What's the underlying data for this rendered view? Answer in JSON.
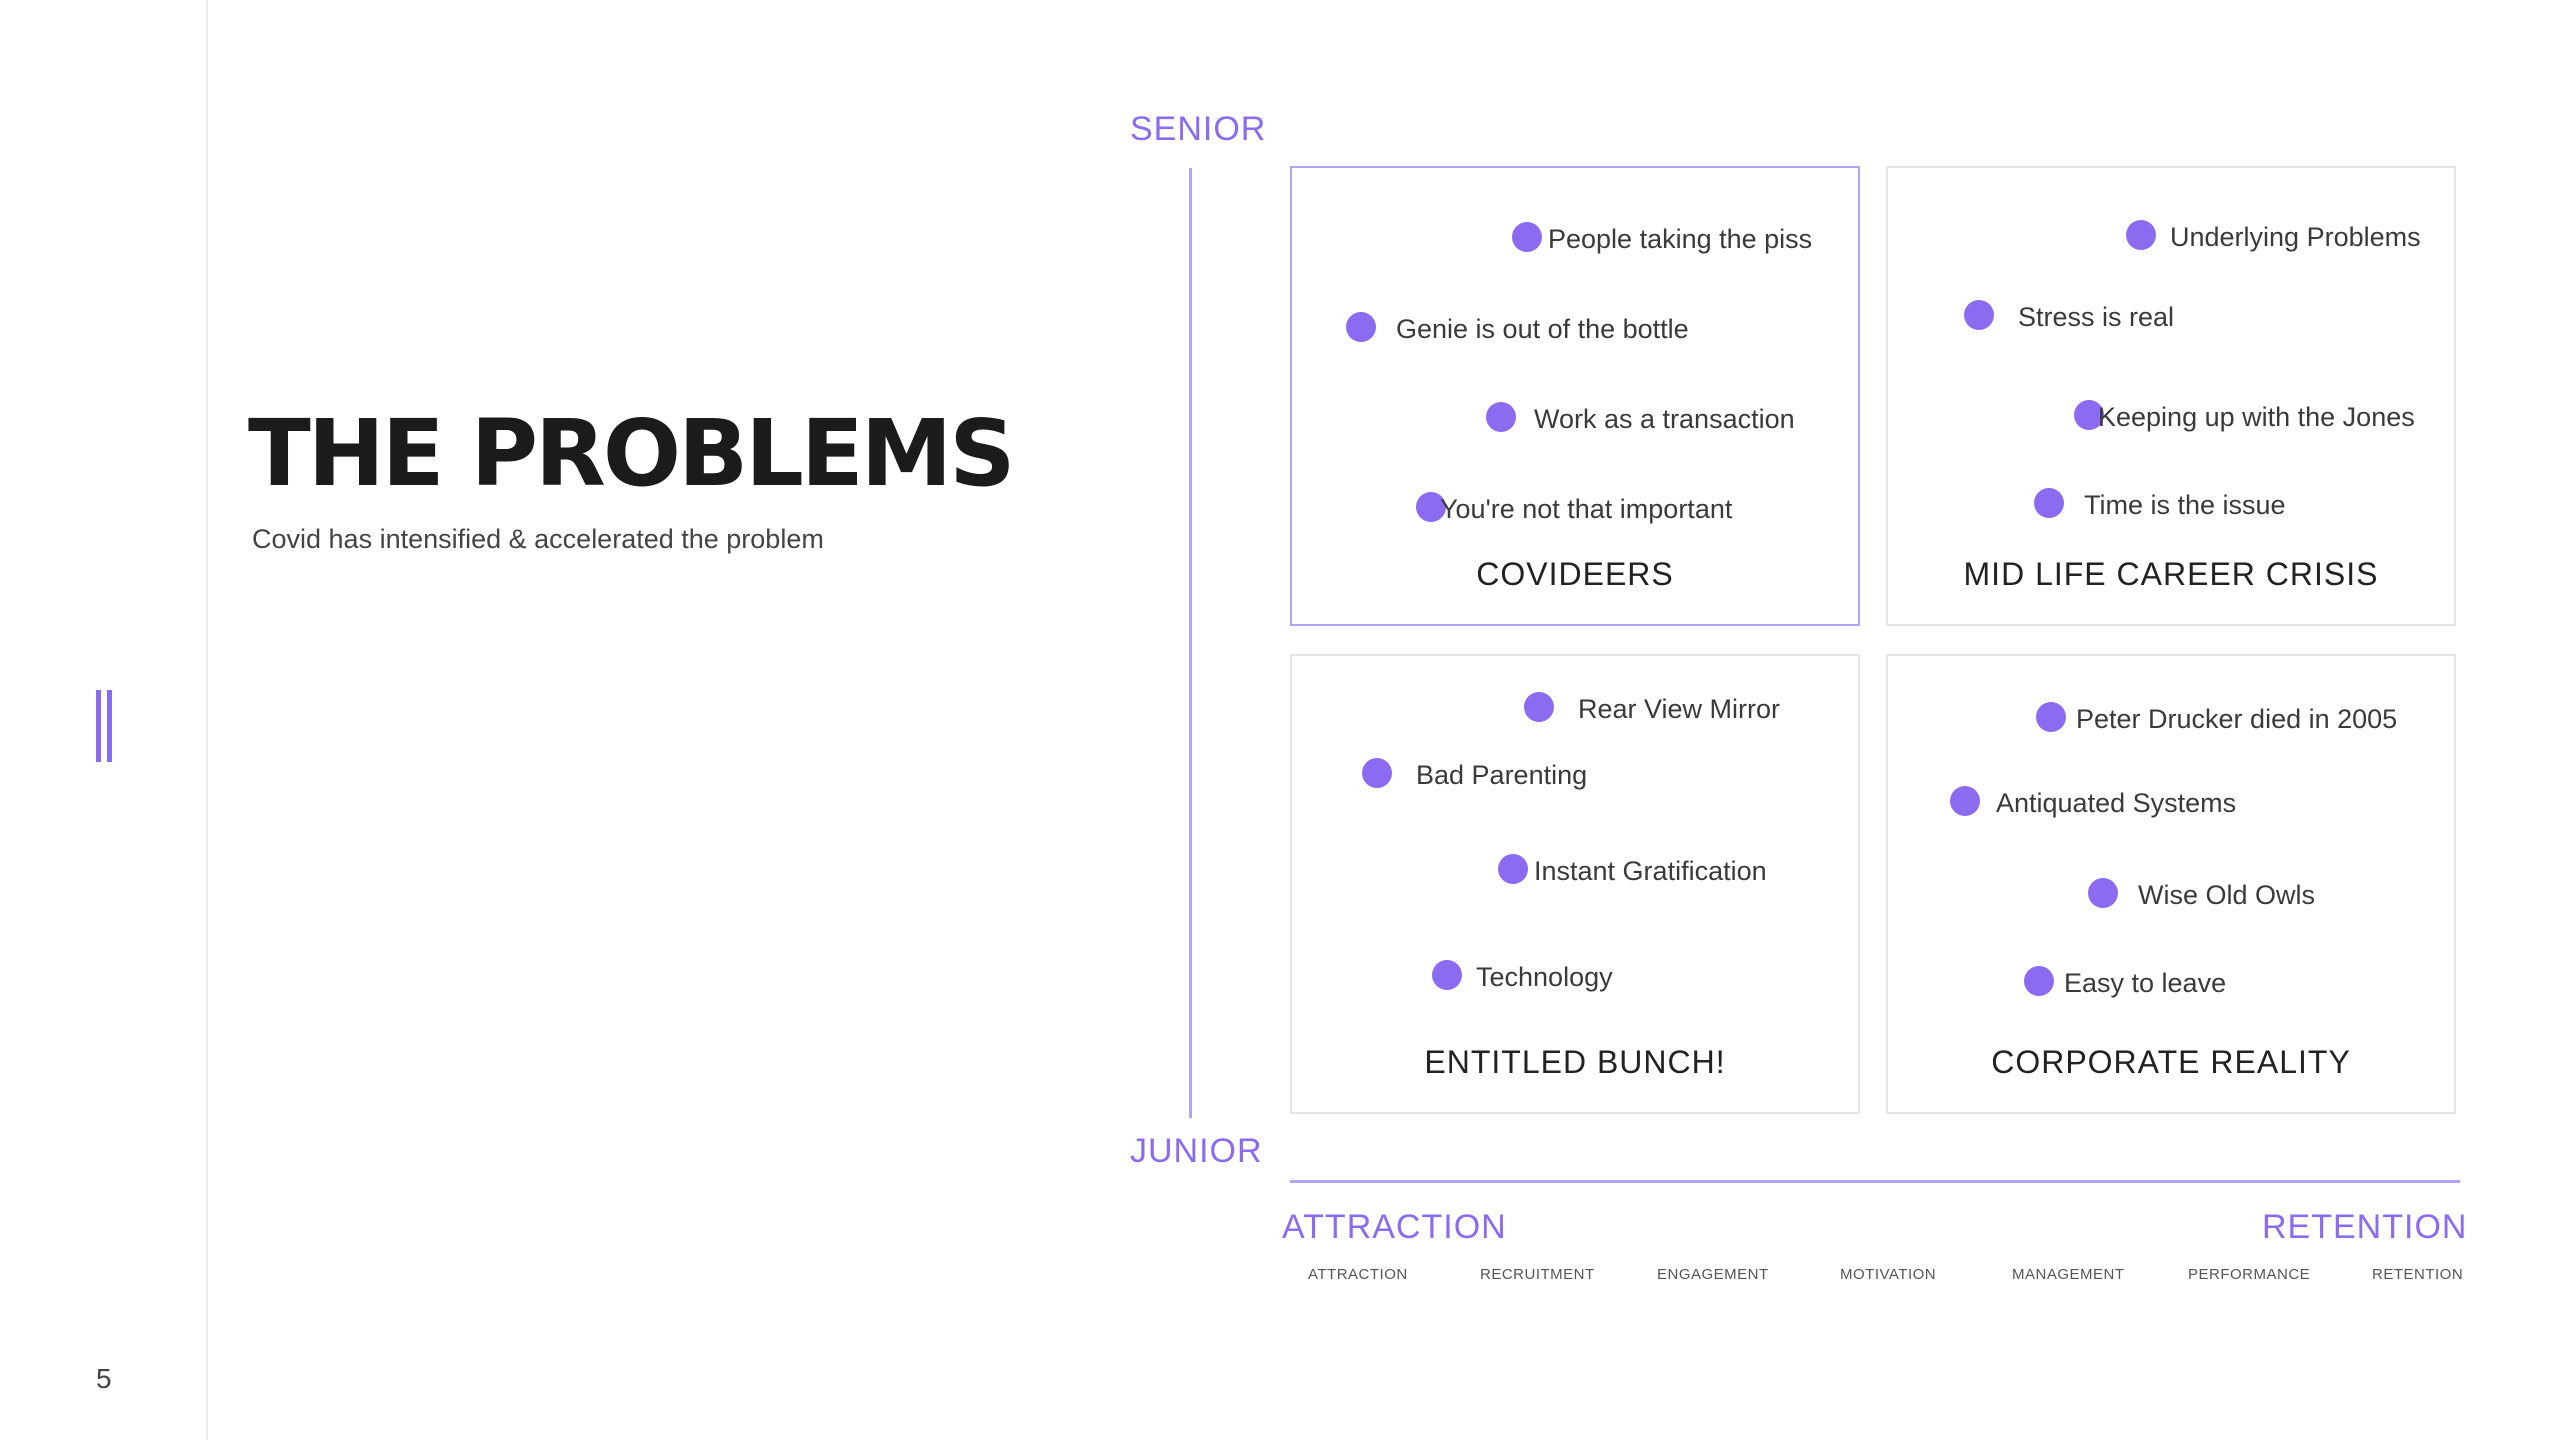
{
  "slide": {
    "title": "THE PROBLEMS",
    "subtitle": "Covid has intensified & accelerated the problem",
    "page_number": "5"
  },
  "axes": {
    "y_top": "SENIOR",
    "y_bottom": "JUNIOR",
    "x_left": "ATTRACTION",
    "x_right": "RETENTION"
  },
  "stages": [
    "ATTRACTION",
    "RECRUITMENT",
    "ENGAGEMENT",
    "MOTIVATION",
    "MANAGEMENT",
    "PERFORMANCE",
    "RETENTION"
  ],
  "quadrants": {
    "top_left": {
      "title": "COVIDEERS",
      "items": [
        "People taking the piss",
        "Genie is out of the bottle",
        "Work as a transaction",
        "You're not that important"
      ]
    },
    "top_right": {
      "title": "MID LIFE CAREER CRISIS",
      "items": [
        "Underlying Problems",
        "Stress is real",
        "Keeping up with the Jones",
        "Time is the issue"
      ]
    },
    "bottom_left": {
      "title": "ENTITLED BUNCH!",
      "items": [
        "Rear View Mirror",
        "Bad Parenting",
        "Instant Gratification",
        "Technology"
      ]
    },
    "bottom_right": {
      "title": "CORPORATE REALITY",
      "items": [
        "Peter Drucker died in 2005",
        "Antiquated Systems",
        "Wise Old Owls",
        "Easy to leave"
      ]
    }
  },
  "colors": {
    "accent": "#8b6cf0",
    "axis_line": "#b3a2f5",
    "box_border": "#e6e6e6"
  }
}
